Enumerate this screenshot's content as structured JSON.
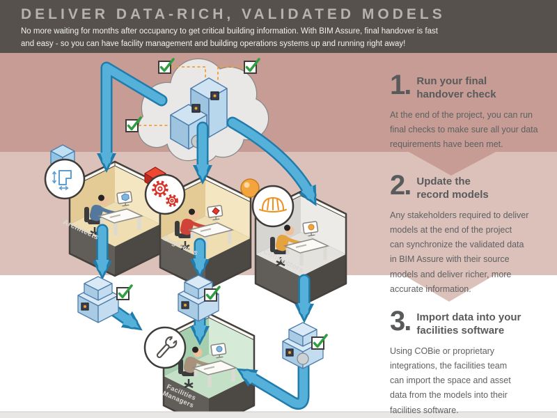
{
  "header": {
    "title": "DELIVER DATA-RICH, VALIDATED MODELS",
    "subtitle": "No more waiting for months after occupancy to get critical building information. With BIM Assure, final handover is fast\nand easy - so you can have facility management and building operations systems up and running right away!"
  },
  "steps": [
    {
      "number": "1.",
      "title": "Run your final\nhandover check",
      "description": "At the end of the project, you can run\nfinal checks to make sure all your data\nrequirements have been met."
    },
    {
      "number": "2.",
      "title": "Update the\nrecord models",
      "description": "Any stakeholders required to deliver\nmodels at the end of the project\ncan synchronize the validated data\nin BIM Assure with their source\nmodels and deliver richer, more\naccurate information."
    },
    {
      "number": "3.",
      "title": "Import data into your\nfacilities software",
      "description": "Using COBie or proprietary\nintegrations, the facilities team\ncan import the space and asset\ndata from the models into their\nfacilities software."
    }
  ],
  "roles": {
    "architects": "Architects",
    "engineers": "Engineers",
    "contractors": "Contractors",
    "facilities": "Facilities\nManagers"
  },
  "icons": {
    "cloud": "cloud-icon",
    "model": "bim-model-icon",
    "validation": "checkbox-check-icon",
    "architects": "floor-plan-icon",
    "engineers": "gears-icon",
    "contractors": "hard-hat-icon",
    "facilities": "wrench-icon",
    "flow": "arrow-icon"
  },
  "colors": {
    "header_bg": "#56514d",
    "band_mauve": "#c69c94",
    "band_pink": "#dcc1ba",
    "arrow_fill": "#55b1da",
    "arrow_outline": "#1f7cab",
    "check_green": "#2f9e41",
    "model_blue": "#a9cbe4",
    "accent_orange": "#f0a030",
    "gear_red": "#d83228",
    "text_gray": "#595a5c"
  }
}
